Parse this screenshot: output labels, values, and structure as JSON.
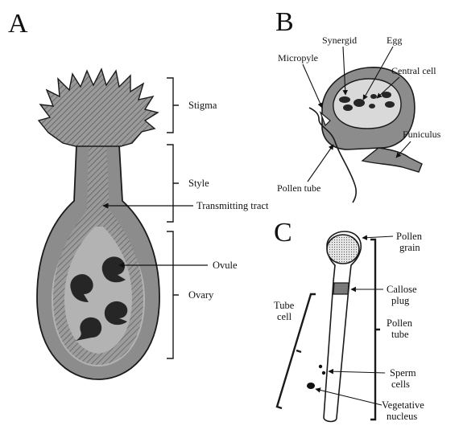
{
  "panels": {
    "a": {
      "letter": "A",
      "labels": {
        "stigma": "Stigma",
        "style": "Style",
        "transmitting_tract": "Transmitting tract",
        "ovule": "Ovule",
        "ovary": "Ovary"
      }
    },
    "b": {
      "letter": "B",
      "labels": {
        "synergid": "Synergid",
        "egg": "Egg",
        "micropyle": "Micropyle",
        "central_cell": "Central cell",
        "funiculus": "Funiculus",
        "pollen_tube": "Pollen tube"
      }
    },
    "c": {
      "letter": "C",
      "labels": {
        "pollen_grain_1": "Pollen",
        "pollen_grain_2": "grain",
        "callose_plug_1": "Callose",
        "callose_plug_2": "plug",
        "pollen_tube_1": "Pollen",
        "pollen_tube_2": "tube",
        "tube_cell_1": "Tube",
        "tube_cell_2": "cell",
        "sperm_cells_1": "Sperm",
        "sperm_cells_2": "cells",
        "vegetative_nucleus_1": "Vegetative",
        "vegetative_nucleus_2": "nucleus"
      }
    }
  },
  "colors": {
    "tissue": "#8c8c8c",
    "ovary_inner": "#b3b3b3",
    "dark": "#262626",
    "outline": "#1a1a1a"
  }
}
